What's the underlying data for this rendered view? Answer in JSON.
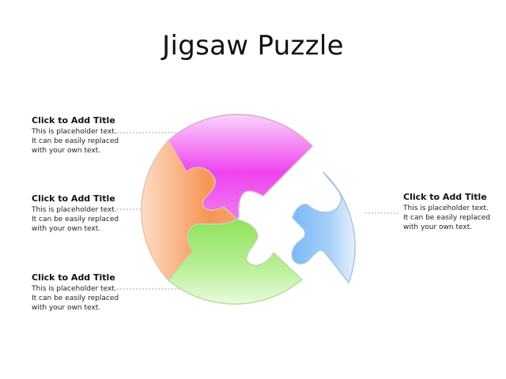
{
  "title": "Jigsaw Puzzle",
  "callouts": [
    {
      "title": "Click to Add Title",
      "lines": [
        "This is placeholder  text.",
        "It can be easily replaced",
        "with your own text."
      ]
    },
    {
      "title": "Click to Add Title",
      "lines": [
        "This is placeholder  text.",
        "It can be easily replaced",
        "with your own text."
      ]
    },
    {
      "title": "Click to Add Title",
      "lines": [
        "This is placeholder  text.",
        "It can be easily replaced",
        "with your own text."
      ]
    },
    {
      "title": "Click to Add Title",
      "lines": [
        "This is placeholder  text.",
        "It can be easily replaced",
        "with your own text."
      ]
    }
  ],
  "colors": {
    "piece_top": "#ee44ee",
    "piece_left": "#f59555",
    "piece_bottom": "#8fe25a",
    "piece_right": "#7ab8f5",
    "connector": "#aaaaaa"
  }
}
